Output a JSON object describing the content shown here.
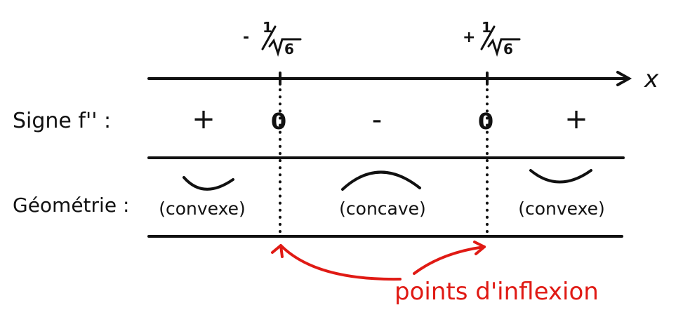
{
  "variable": "x",
  "critical_points": [
    {
      "sign": "-",
      "numerator": "1",
      "radicand": "6"
    },
    {
      "sign": "+",
      "numerator": "1",
      "radicand": "6"
    }
  ],
  "rows": {
    "sign": {
      "label": "Signe f'' :",
      "cells": [
        "+",
        "0",
        "-",
        "0",
        "+"
      ]
    },
    "geometry": {
      "label": "Géométrie :",
      "cells": [
        "(convexe)",
        "(concave)",
        "(convexe)"
      ]
    }
  },
  "annotation": "points d'inflexion",
  "colors": {
    "ink": "#111111",
    "annotation": "#e01a14"
  }
}
